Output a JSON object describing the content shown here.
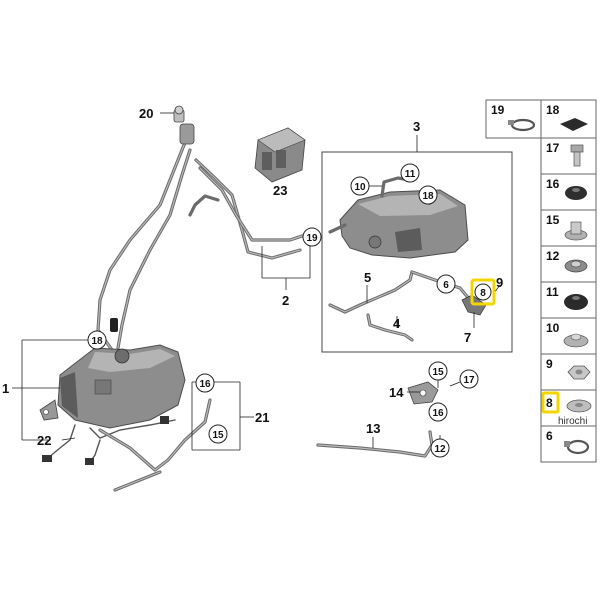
{
  "diagram": {
    "callouts": {
      "c1": "1",
      "c2": "2",
      "c3": "3",
      "c4": "4",
      "c5": "5",
      "c7": "7",
      "c9": "9",
      "c13": "13",
      "c14": "14",
      "c20": "20",
      "c21": "21",
      "c22": "22",
      "c23": "23"
    },
    "circle_labels": {
      "b18_tank": "18",
      "b19": "19",
      "b10": "10",
      "b11": "11",
      "b18_exp": "18",
      "b6": "6",
      "b8": "8",
      "b16_a": "16",
      "b15_a": "15",
      "b15_b": "15",
      "b17": "17",
      "b16_b": "16",
      "b12": "12"
    },
    "parts_table": [
      {
        "number": "19",
        "icon": "hose-clamp-icon"
      },
      {
        "number": "18",
        "icon": "rubber-pad-icon"
      },
      {
        "number": "17",
        "icon": "bolt-icon"
      },
      {
        "number": "16",
        "icon": "grommet-icon"
      },
      {
        "number": "15",
        "icon": "bushing-icon"
      },
      {
        "number": "12",
        "icon": "spring-nut-icon"
      },
      {
        "number": "11",
        "icon": "grommet-icon"
      },
      {
        "number": "10",
        "icon": "bushing-icon"
      },
      {
        "number": "9",
        "icon": "hex-nut-icon"
      },
      {
        "number": "8",
        "icon": "washer-icon"
      },
      {
        "number": "6",
        "icon": "hose-clamp-icon"
      }
    ],
    "highlighted_part": "8",
    "highlight_color": "#f2d600",
    "watermark": "hirochi"
  }
}
